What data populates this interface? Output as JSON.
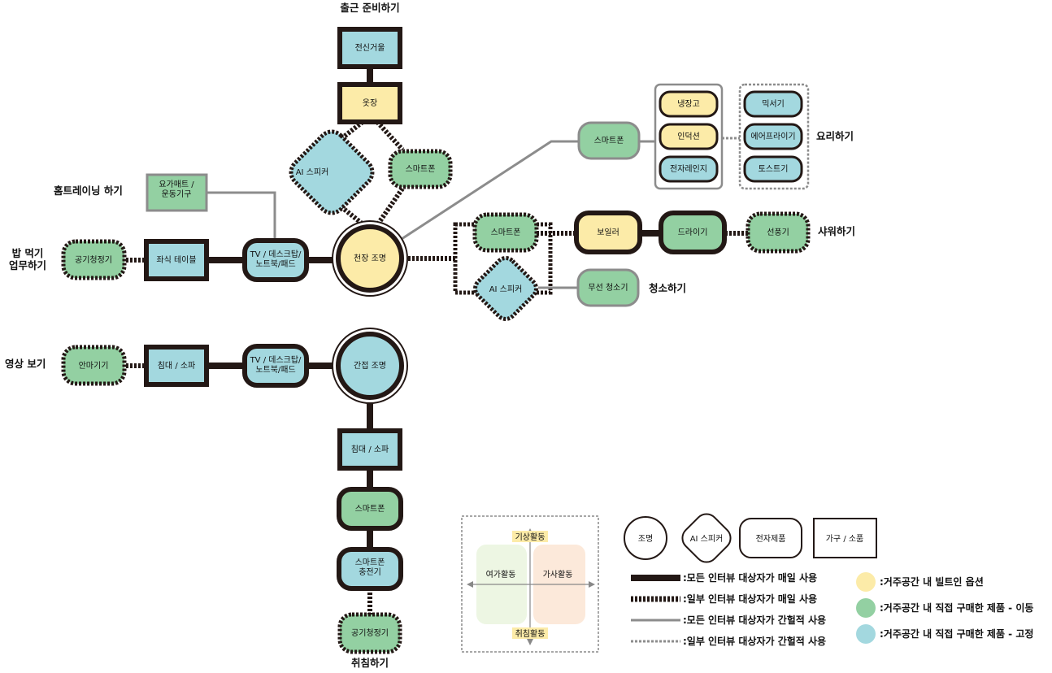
{
  "colors": {
    "builtin": "#FCEBA8",
    "purchased_mobile": "#93D0A2",
    "purchased_fixed": "#A3D8DF",
    "border": "#231815",
    "gray_line": "#8C8C8C"
  },
  "nodes": {
    "full_mirror": "전신거울",
    "wardrobe": "옷장",
    "ai_speaker_top": "AI 스피커",
    "smartphone_top": "스마트폰",
    "yoga_mat": "요가매트 /\n운동기구",
    "air_purifier_left": "공기청정기",
    "floor_table": "좌식 테이블",
    "tv_desktop_1": "TV / 데스크탑/\n노트북/패드",
    "ceiling_light": "천장 조명",
    "smartphone_kitchen": "스마트폰",
    "fridge": "냉장고",
    "induction": "인덕션",
    "microwave": "전자레인지",
    "mixer": "믹서기",
    "airfryer": "에어프라이기",
    "toaster": "토스트기",
    "smartphone_mid": "스마트폰",
    "ai_speaker_mid": "AI 스피커",
    "boiler": "보일러",
    "hairdryer": "드라이기",
    "fan": "선풍기",
    "cordless_vacuum": "무선 청소기",
    "massager": "안마기기",
    "bed_sofa_1": "침대 / 소파",
    "tv_desktop_2": "TV / 데스크탑/\n노트북/패드",
    "indirect_light": "간접 조명",
    "bed_sofa_2": "침대 / 소파",
    "smartphone_bottom": "스마트폰",
    "phone_charger": "스마트폰\n충전기",
    "air_purifier_bottom": "공기청정기"
  },
  "activities": {
    "commute_prep": "출근 준비하기",
    "home_training": "홈트레이닝 하기",
    "meal_work": "밥 먹기\n업무하기",
    "cooking": "요리하기",
    "shower": "샤워하기",
    "cleaning": "청소하기",
    "watch_video": "영상 보기",
    "sleep": "취침하기"
  },
  "quadrant": {
    "top": "기상활동",
    "bottom": "취침활동",
    "left": "여가활동",
    "right": "가사활동"
  },
  "legend": {
    "shapes": {
      "lighting": "조명",
      "ai_speaker": "AI 스피커",
      "electronics": "전자제품",
      "furniture": "가구 / 소품"
    },
    "lines": {
      "all_daily": ":모든 인터뷰 대상자가 매일 사용",
      "some_daily": ":일부 인터뷰 대상자가 매일 사용",
      "all_occasional": ":모든 인터뷰 대상자가 간헐적 사용",
      "some_occasional": ":일부 인터뷰 대상자가 간헐적 사용"
    },
    "colors": {
      "builtin": ":거주공간 내 빌트인 옵션",
      "mobile": ":거주공간 내 직접 구매한 제품 - 이동",
      "fixed": ":거주공간 내 직접 구매한 제품 - 고정"
    }
  }
}
